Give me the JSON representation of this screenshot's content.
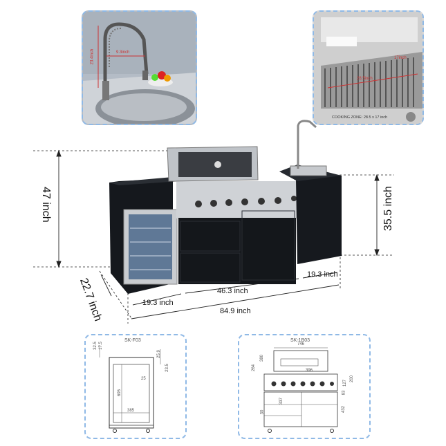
{
  "faucet_inset": {
    "height_label": "23.4inch",
    "reach_label": "9.3inch"
  },
  "grate_inset": {
    "caption": "COOKING ZONE: 28.5 x 17 inch",
    "width_label": "28.5inch",
    "depth_label": "17inch"
  },
  "main_dimensions": {
    "height_total": "47 inch",
    "height_counter": "35.5 inch",
    "depth": "22.7 inch",
    "fridge_width": "19.3 inch",
    "grill_width": "46.3 inch",
    "sink_width": "19.3 inch",
    "total_width": "84.9 inch"
  },
  "drawing_fridge": {
    "model": "SK-F03",
    "dims": [
      "32.5",
      "17.5",
      "25.9",
      "23.5",
      "25",
      "695",
      "385"
    ]
  },
  "drawing_grill": {
    "model": "SK-1B03",
    "dims": [
      "746",
      "396",
      "264",
      "380",
      "200",
      "127",
      "83",
      "337",
      "432",
      "30"
    ]
  }
}
